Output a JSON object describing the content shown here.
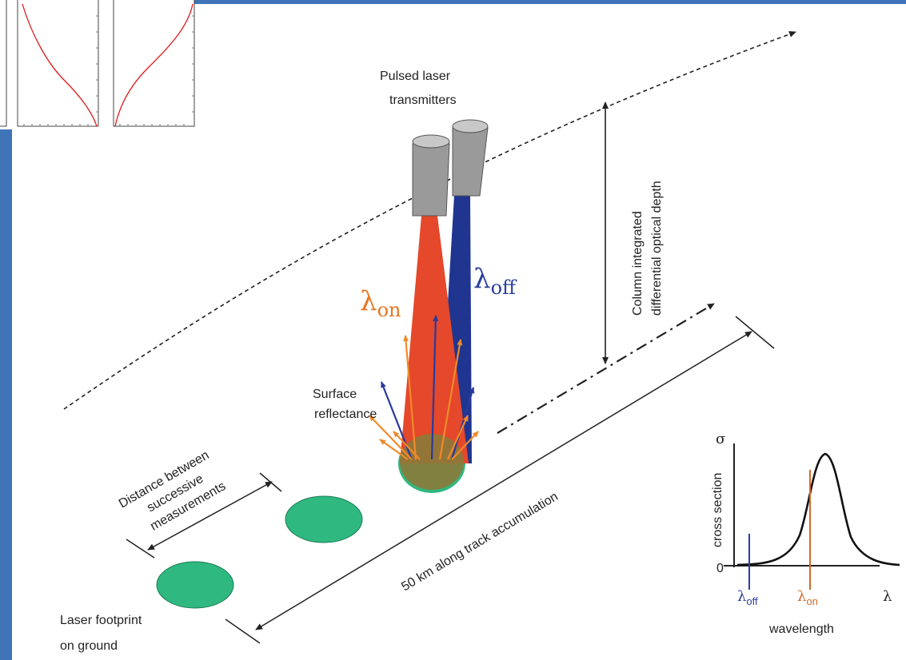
{
  "colors": {
    "frame_blue": "#3f74b8",
    "beam_on": "#e5482a",
    "beam_off": "#1f3590",
    "on_wavelength": "#e87722",
    "off_wavelength": "#2b3f9e",
    "footprint": "#2fb880",
    "laser_body": "#9a9a9a"
  },
  "labels": {
    "laser_line1": "Pulsed laser",
    "laser_line2": "transmitters",
    "column_line1": "Column integrated",
    "column_line2": "differential optical depth",
    "lambda": "λ",
    "on_sub": "on",
    "off_sub": "off",
    "surface_line1": "Surface",
    "surface_line2": "reflectance",
    "distance_line1": "Distance between",
    "distance_line2": "successive",
    "distance_line3": "measurements",
    "track": "50 km along track accumulation",
    "footprint_line1": "Laser footprint",
    "footprint_line2": "on ground"
  },
  "inset": {
    "sigma": "σ",
    "zero": "0",
    "ylabel": "cross section",
    "xlabel": "wavelength",
    "lambda": "λ",
    "off_sub": "off",
    "on_sub": "on"
  }
}
